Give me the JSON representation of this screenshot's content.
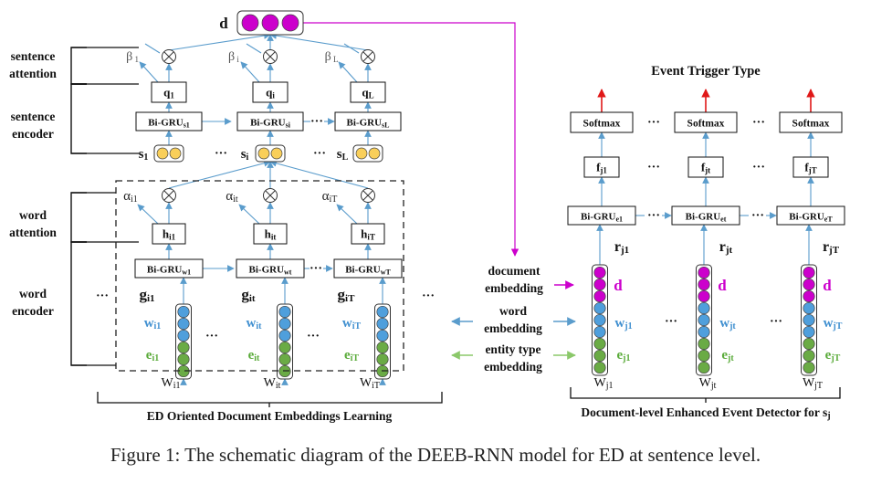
{
  "colors": {
    "blue_node": "#4f9fdc",
    "green_node": "#6aab45",
    "magenta_node": "#cc00cc",
    "yellow_node": "#f9cf5a",
    "connector": "#5a9ccc",
    "red_arrow": "#e01818",
    "green_text": "#5aab3a",
    "blue_text": "#3f8fd0",
    "magenta_text": "#cc00cc"
  },
  "left": {
    "top_node_label": "d",
    "row_labels": {
      "sentence_attention_1": "sentence",
      "sentence_attention_2": "attention",
      "sentence_encoder_1": "sentence",
      "sentence_encoder_2": "encoder",
      "word_attention_1": "word",
      "word_attention_2": "attention",
      "word_encoder_1": "word",
      "word_encoder_2": "encoder"
    },
    "betas": [
      {
        "sym": "β",
        "sub": "1"
      },
      {
        "sym": "β",
        "sub": "i"
      },
      {
        "sym": "β",
        "sub": "L"
      }
    ],
    "q_boxes": [
      {
        "main": "q",
        "sub": "1"
      },
      {
        "main": "q",
        "sub": "i"
      },
      {
        "main": "q",
        "sub": "L"
      }
    ],
    "sent_grus": [
      {
        "main": "Bi-GRU",
        "sub": "s1"
      },
      {
        "main": "Bi-GRU",
        "sub": "si"
      },
      {
        "main": "Bi-GRU",
        "sub": "sL"
      }
    ],
    "s_labels": [
      {
        "main": "s",
        "sub": "1"
      },
      {
        "main": "s",
        "sub": "i"
      },
      {
        "main": "s",
        "sub": "L"
      }
    ],
    "alphas": [
      {
        "sym": "α",
        "sub": "i1"
      },
      {
        "sym": "α",
        "sub": "it"
      },
      {
        "sym": "α",
        "sub": "iT"
      }
    ],
    "h_boxes": [
      {
        "main": "h",
        "sub": "i1"
      },
      {
        "main": "h",
        "sub": "it"
      },
      {
        "main": "h",
        "sub": "iT"
      }
    ],
    "word_grus": [
      {
        "main": "Bi-GRU",
        "sub": "w1"
      },
      {
        "main": "Bi-GRU",
        "sub": "wt"
      },
      {
        "main": "Bi-GRU",
        "sub": "wT"
      }
    ],
    "g_labels": [
      {
        "main": "g",
        "sub": "i1"
      },
      {
        "main": "g",
        "sub": "it"
      },
      {
        "main": "g",
        "sub": "iT"
      }
    ],
    "w_labels": [
      {
        "main": "w",
        "sub": "i1"
      },
      {
        "main": "w",
        "sub": "it"
      },
      {
        "main": "w",
        "sub": "iT"
      }
    ],
    "e_labels": [
      {
        "main": "e",
        "sub": "i1"
      },
      {
        "main": "e",
        "sub": "it"
      },
      {
        "main": "e",
        "sub": "iT"
      }
    ],
    "W_labels": [
      {
        "main": "W",
        "sub": "i1"
      },
      {
        "main": "W",
        "sub": "it"
      },
      {
        "main": "W",
        "sub": "iT"
      }
    ],
    "ellipsis": "···",
    "bottom_label": "ED Oriented Document Embeddings Learning"
  },
  "middle": {
    "document_embedding_1": "document",
    "document_embedding_2": "embedding",
    "word_embedding_1": "word",
    "word_embedding_2": "embedding",
    "entity_type_embedding_1": "entity type",
    "entity_type_embedding_2": "embedding"
  },
  "right": {
    "title": "Event Trigger Type",
    "softmax_label": "Softmax",
    "f_boxes": [
      {
        "main": "f",
        "sub": "j1"
      },
      {
        "main": "f",
        "sub": "jt"
      },
      {
        "main": "f",
        "sub": "jT"
      }
    ],
    "grus": [
      {
        "main": "Bi-GRU",
        "sub": "e1"
      },
      {
        "main": "Bi-GRU",
        "sub": "et"
      },
      {
        "main": "Bi-GRU",
        "sub": "eT"
      }
    ],
    "r_labels": [
      {
        "main": "r",
        "sub": "j1"
      },
      {
        "main": "r",
        "sub": "jt"
      },
      {
        "main": "r",
        "sub": "jT"
      }
    ],
    "d_label": "d",
    "w_labels": [
      {
        "main": "w",
        "sub": "j1"
      },
      {
        "main": "w",
        "sub": "jt"
      },
      {
        "main": "w",
        "sub": "jT"
      }
    ],
    "e_labels": [
      {
        "main": "e",
        "sub": "j1"
      },
      {
        "main": "e",
        "sub": "jt"
      },
      {
        "main": "e",
        "sub": "jT"
      }
    ],
    "W_labels": [
      {
        "main": "W",
        "sub": "j1"
      },
      {
        "main": "W",
        "sub": "jt"
      },
      {
        "main": "W",
        "sub": "jT"
      }
    ],
    "bottom_label_main": "Document-level Enhanced Event Detector for s",
    "bottom_label_sub": "j"
  },
  "caption": "Figure 1: The schematic diagram of the DEEB-RNN model for ED at sentence level."
}
